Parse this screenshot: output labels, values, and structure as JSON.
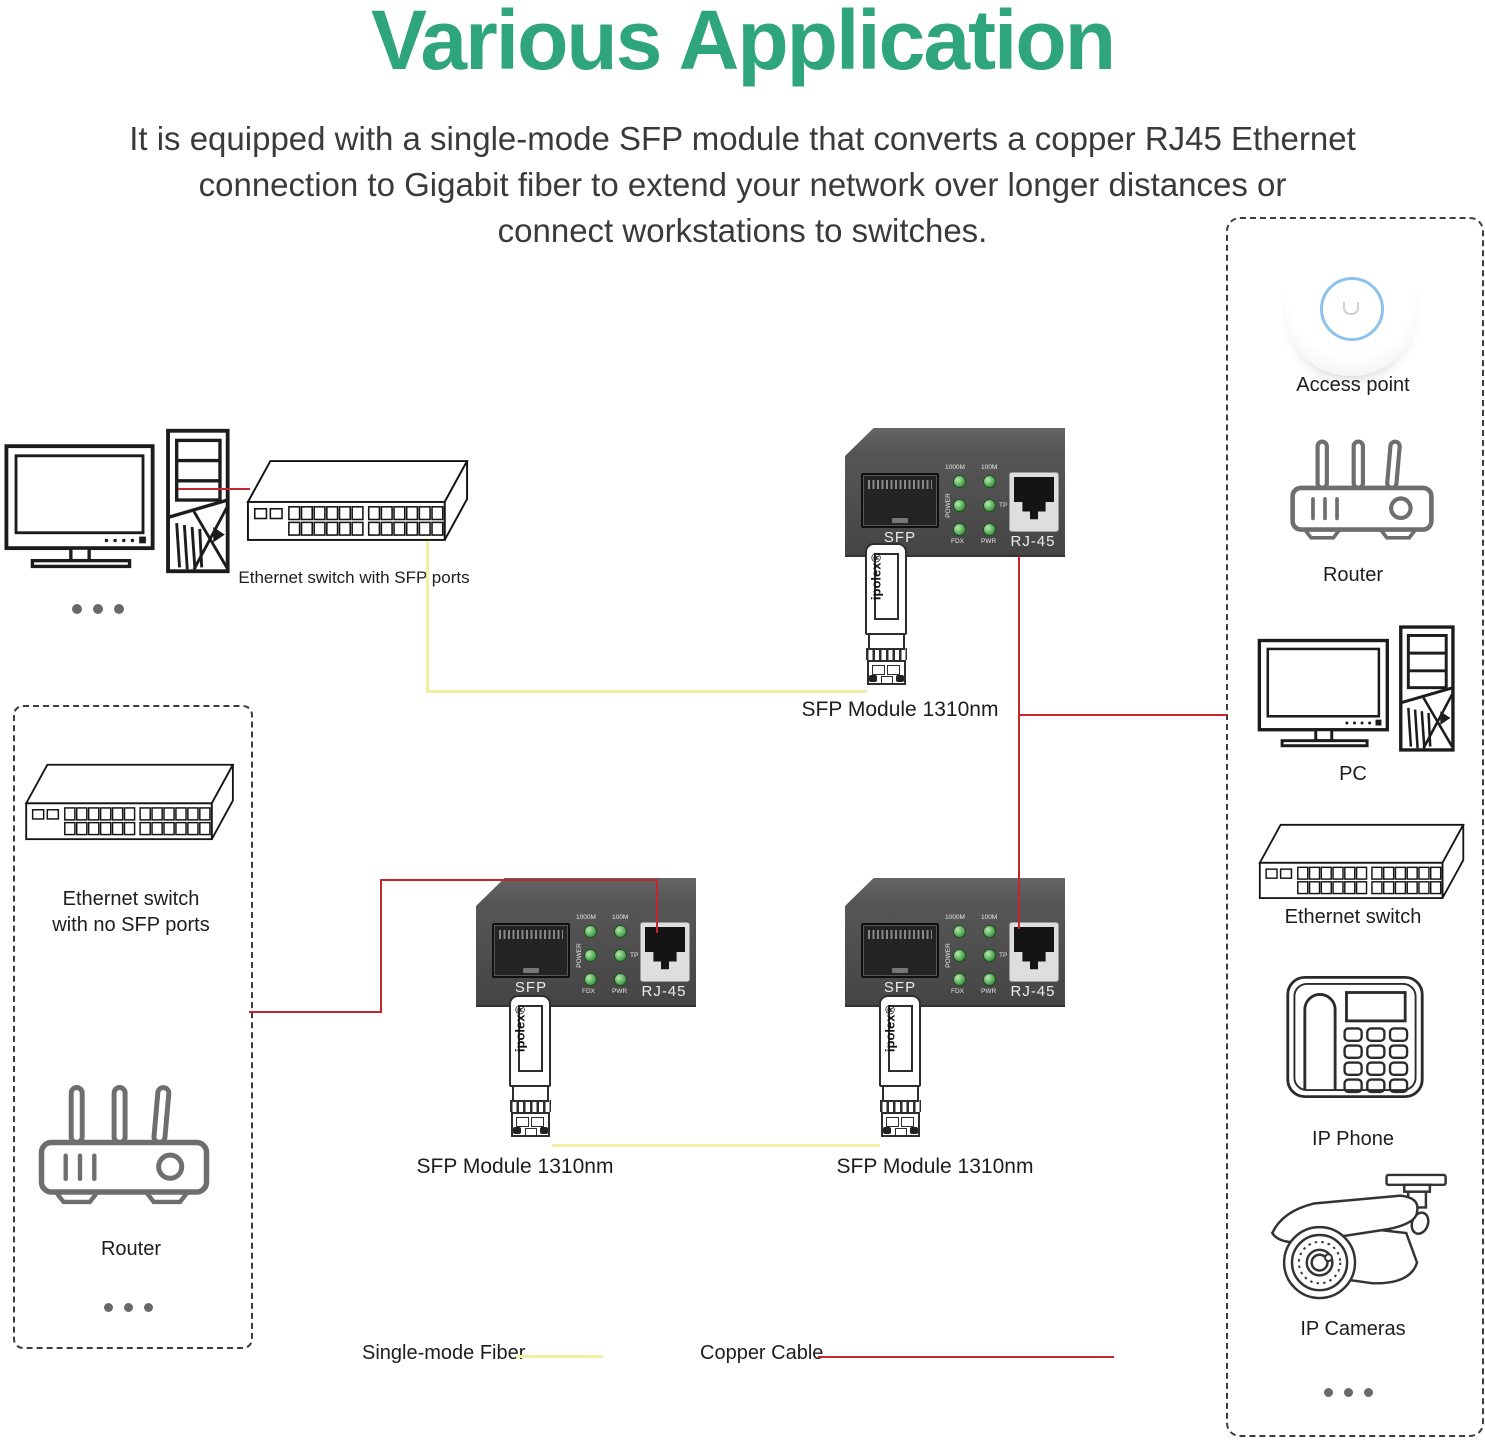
{
  "header": {
    "title": "Various Application",
    "subtitle_line1": "It is equipped with a single-mode SFP module that converts a copper RJ45 Ethernet",
    "subtitle_line2": "connection to Gigabit fiber to extend your network over longer distances or",
    "subtitle_line3": "connect workstations to switches."
  },
  "colors": {
    "title_green": "#2EA57D",
    "fiber_yellow": "#F1EFA0",
    "copper_red": "#C1272D"
  },
  "top_section": {
    "switch_label": "Ethernet switch with SFP ports"
  },
  "converter": {
    "brand": "ipolex",
    "sfp_port_label": "SFP",
    "rj45_port_label": "RJ-45",
    "led_top_left": "1000M",
    "led_top_right": "100M",
    "led_left": "POWER",
    "led_right": "TP",
    "led_bottom_left": "FDX",
    "led_bottom_right": "PWR"
  },
  "sfp_module": {
    "brand": "ipolex®",
    "label": "SFP Module 1310nm"
  },
  "left_box": {
    "switch_label_line1": "Ethernet switch",
    "switch_label_line2": "with no SFP ports",
    "router_label": "Router"
  },
  "right_box": {
    "access_point_label": "Access point",
    "router_label": "Router",
    "pc_label": "PC",
    "switch_label": "Ethernet switch",
    "ip_phone_label": "IP Phone",
    "ip_cameras_label": "IP Cameras"
  },
  "legend": {
    "fiber_label": "Single-mode Fiber",
    "copper_label": "Copper Cable"
  }
}
